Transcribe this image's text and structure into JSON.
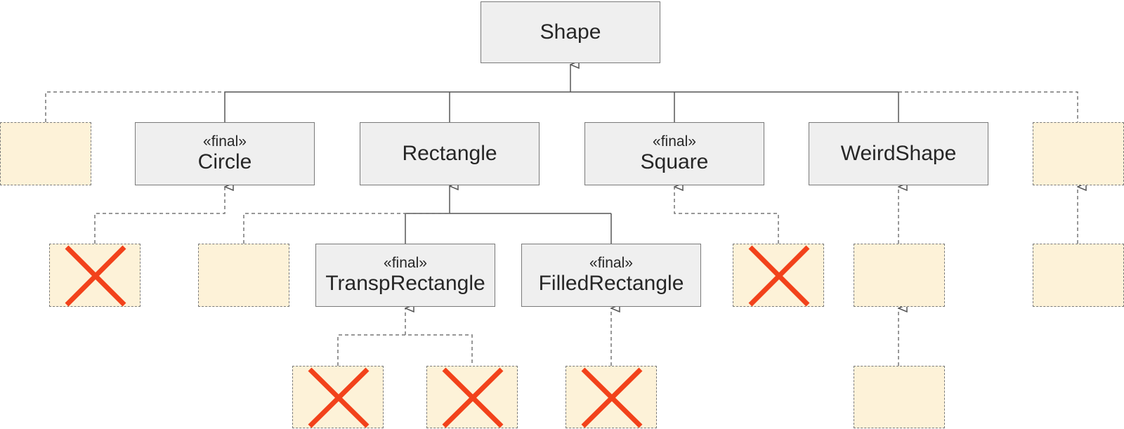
{
  "classes": {
    "shape": {
      "name": "Shape"
    },
    "circle": {
      "stereotype": "«final»",
      "name": "Circle"
    },
    "rectangle": {
      "name": "Rectangle"
    },
    "square": {
      "stereotype": "«final»",
      "name": "Square"
    },
    "weird_shape": {
      "name": "WeirdShape"
    },
    "transp_rectangle": {
      "stereotype": "«final»",
      "name": "TranspRectangle"
    },
    "filled_rectangle": {
      "stereotype": "«final»",
      "name": "FilledRectangle"
    }
  },
  "colors": {
    "class_fill": "#efefef",
    "placeholder_fill": "#fdf2d8",
    "border": "#7a7a7a",
    "line": "#555555",
    "forbidden_mark": "#f2421b"
  },
  "icons": {
    "forbidden": "cross-icon",
    "inheritance": "hollow-triangle-arrow"
  }
}
